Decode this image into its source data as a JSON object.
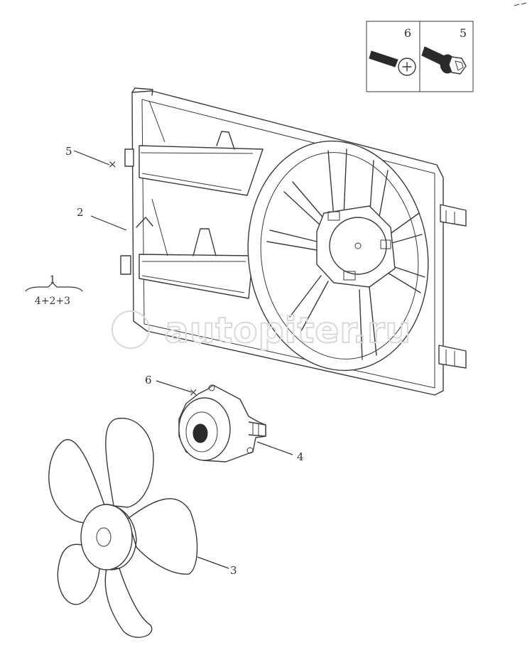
{
  "watermark": "autopiter.ru",
  "inset": {
    "left_label": "6",
    "right_label": "5"
  },
  "callouts": {
    "c5": "5",
    "c2": "2",
    "c6": "6",
    "c4": "4",
    "c3": "3"
  },
  "assembly": {
    "number": "1",
    "composition": "4+2+3"
  },
  "colors": {
    "line": "#3a3a3a",
    "watermark": "#d9d9d9"
  }
}
